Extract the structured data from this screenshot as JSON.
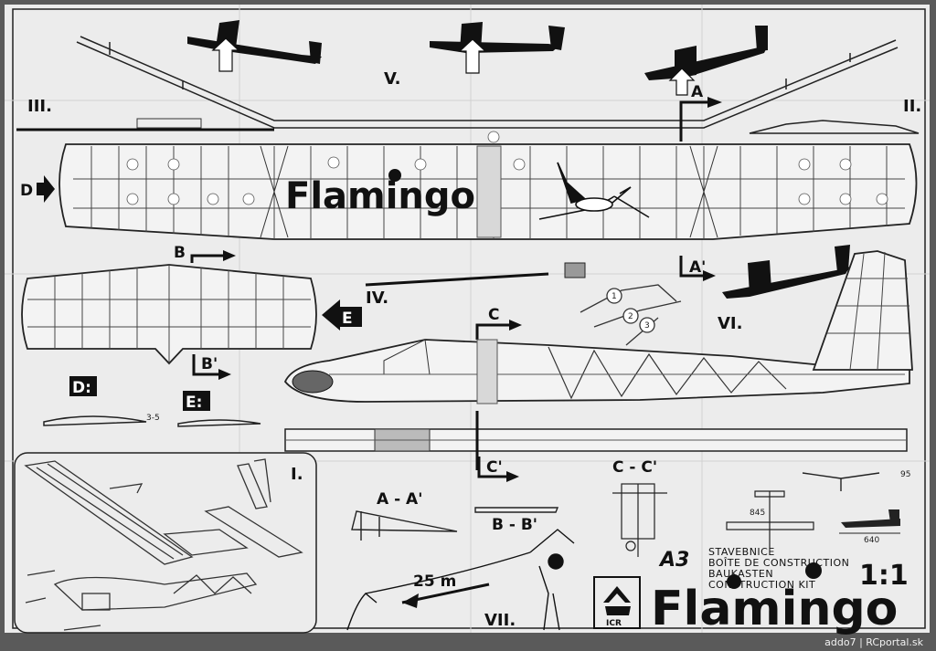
{
  "title": "Flamingo",
  "title_bottom": "Flamingo",
  "class_mark": "A3",
  "kit_lines": [
    "STAVEBNICE",
    "BOÎTE DE CONSTRUCTION",
    "BAUKASTEN",
    "CONSTRUCTION KIT"
  ],
  "scale": "1:1",
  "maker_logo": "ICR",
  "credit": "addo7 | RCportal.sk",
  "views": {
    "I": "I.",
    "II": "II.",
    "III": "III.",
    "IV": "IV.",
    "V": "V.",
    "VI": "VI.",
    "VII": "VII."
  },
  "markers": {
    "A": "A",
    "A_prime": "A'",
    "B": "B",
    "B_prime": "B'",
    "C": "C",
    "C_prime": "C'",
    "D": "D",
    "E": "E",
    "D_colon": "D:",
    "E_colon": "E:"
  },
  "sections": {
    "aa": "A - A'",
    "bb": "B - B'",
    "cc": "C - C'"
  },
  "dims": {
    "span": "845",
    "length": "640",
    "height": "95",
    "line": "25 m",
    "gap": "3-5"
  },
  "launch_steps": [
    "1",
    "2",
    "3"
  ]
}
